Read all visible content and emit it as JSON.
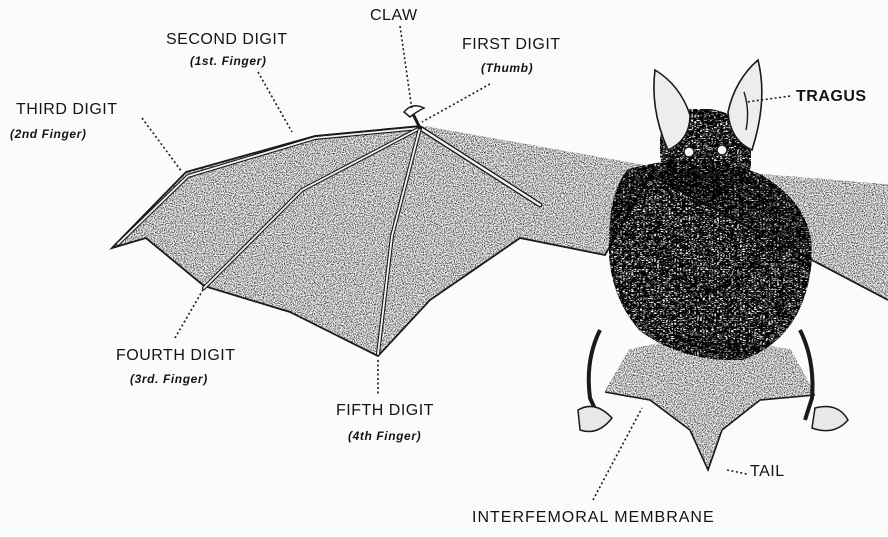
{
  "labels": {
    "claw": "CLAW",
    "second_digit": "SECOND DIGIT",
    "second_digit_sub": "(1st. Finger)",
    "first_digit": "FIRST DIGIT",
    "first_digit_sub": "(Thumb)",
    "third_digit": "THIRD DIGIT",
    "third_digit_sub": "(2nd Finger)",
    "tragus": "TRAGUS",
    "fourth_digit": "FOURTH DIGIT",
    "fourth_digit_sub": "(3rd. Finger)",
    "fifth_digit": "FIFTH DIGIT",
    "fifth_digit_sub": "(4th Finger)",
    "tail": "TAIL",
    "interfemoral_membrane": "INTERFEMORAL MEMBRANE"
  },
  "colors": {
    "ink": "#141414",
    "paper": "#fbfbfa",
    "membrane": "#c9c9c9",
    "fur": "#3a3a3a"
  }
}
